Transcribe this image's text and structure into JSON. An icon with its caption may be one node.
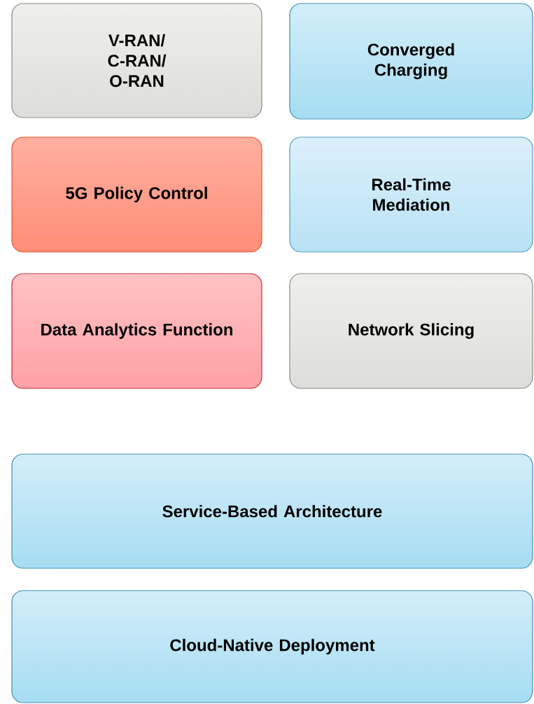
{
  "diagram": {
    "nodes": [
      {
        "text": [
          "V-RAN/ C-RAN/ O-RAN"
        ]
      },
      {
        "text": [
          "Converged Charging"
        ]
      },
      {
        "text": [
          "5G Policy Control"
        ]
      },
      {
        "text": [
          "Real-Time Mediation"
        ]
      },
      {
        "text": [
          "Data Analytics Function"
        ]
      },
      {
        "text": [
          "Network Slicing"
        ]
      },
      {
        "text": [
          "Service-Based Architecture"
        ]
      },
      {
        "text": [
          "Cloud-Native Deployment"
        ]
      }
    ]
  }
}
